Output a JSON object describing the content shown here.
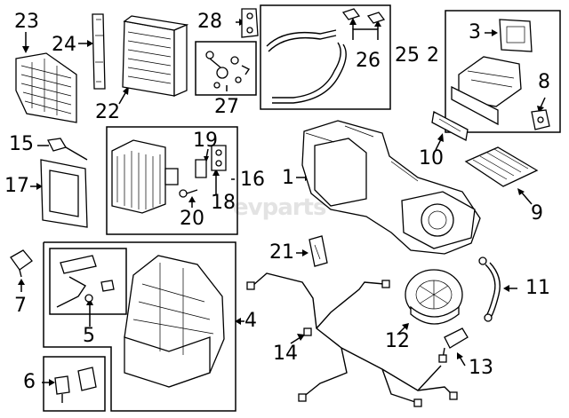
{
  "watermark": "evparts",
  "callouts": {
    "c1": "1",
    "c2": "2",
    "c3": "3",
    "c4": "4",
    "c5": "5",
    "c6": "6",
    "c7": "7",
    "c8": "8",
    "c9": "9",
    "c10": "10",
    "c11": "11",
    "c12": "12",
    "c13": "13",
    "c14": "14",
    "c15": "15",
    "c16": "16",
    "c17": "17",
    "c18": "18",
    "c19": "19",
    "c20": "20",
    "c21": "21",
    "c22": "22",
    "c23": "23",
    "c24": "24",
    "c25": "25",
    "c26": "26",
    "c27": "27",
    "c28": "28"
  }
}
